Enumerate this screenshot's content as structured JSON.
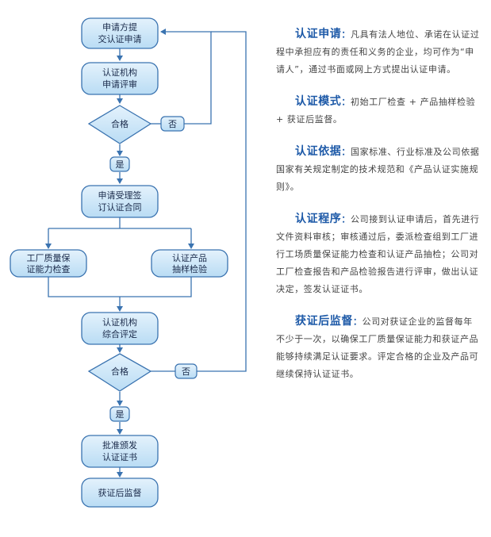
{
  "flowchart": {
    "nodes": [
      {
        "id": "apply",
        "lines": [
          "申请方提",
          "交认证申请"
        ]
      },
      {
        "id": "review",
        "lines": [
          "认证机构",
          "申请评审"
        ]
      },
      {
        "id": "pass1",
        "lines": [
          "合格"
        ]
      },
      {
        "id": "no1",
        "lines": [
          "否"
        ]
      },
      {
        "id": "yes1",
        "lines": [
          "是"
        ]
      },
      {
        "id": "contract",
        "lines": [
          "申请受理签",
          "订认证合同"
        ]
      },
      {
        "id": "factory",
        "lines": [
          "工厂质量保",
          "证能力检查"
        ]
      },
      {
        "id": "sample",
        "lines": [
          "认证产品",
          "抽样检验"
        ]
      },
      {
        "id": "evaluate",
        "lines": [
          "认证机构",
          "综合评定"
        ]
      },
      {
        "id": "pass2",
        "lines": [
          "合格"
        ]
      },
      {
        "id": "no2",
        "lines": [
          "否"
        ]
      },
      {
        "id": "yes2",
        "lines": [
          "是"
        ]
      },
      {
        "id": "issue",
        "lines": [
          "批准颁发",
          "认证证书"
        ]
      },
      {
        "id": "supervise",
        "lines": [
          "获证后监督"
        ]
      }
    ]
  },
  "colors": {
    "node_fill": "#cfe6f8",
    "node_stroke": "#3a73b0",
    "arrow": "#3a73b0",
    "heading": "#1e5aa8",
    "body_text": "#444444"
  },
  "sections": [
    {
      "heading": "认证申请",
      "sep": "：",
      "body": "凡具有法人地位、承诺在认证过程中承担应有的责任和义务的企业，均可作为“申请人”，通过书面或网上方式提出认证申请。"
    },
    {
      "heading": "认证模式",
      "sep": "：",
      "body": "初始工厂检查 + 产品抽样检验 + 获证后监督。"
    },
    {
      "heading": "认证依据",
      "sep": "：",
      "body": "国家标准、行业标准及公司依据国家有关规定制定的技术规范和《产品认证实施规则》。"
    },
    {
      "heading": "认证程序",
      "sep": "：",
      "body": "公司接到认证申请后，首先进行文件资料审核；审核通过后，委派检查组到工厂进行工场质量保证能力检查和认证产品抽检；公司对工厂检查报告和产品检验报告进行评审，做出认证决定，签发认证证书。"
    },
    {
      "heading": "获证后监督",
      "sep": "：",
      "body": "公司对获证企业的监督每年不少于一次，以确保工厂质量保证能力和获证产品能够持续满足认证要求。评定合格的企业及产品可继续保持认证证书。"
    }
  ]
}
